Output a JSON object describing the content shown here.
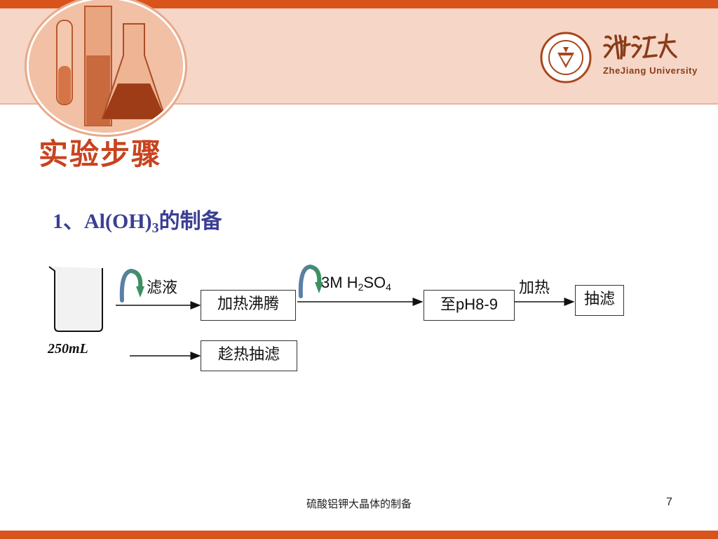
{
  "header": {
    "university_en": "ZheJiang University"
  },
  "slide": {
    "title": "实验步骤",
    "subtitle_prefix": "1、Al(OH)",
    "subtitle_sub": "3",
    "subtitle_suffix": "的制备"
  },
  "flow": {
    "beaker_volume": "250mL",
    "label_filtrate": "滤液",
    "box_boil": "加热沸腾",
    "reagent_prefix": "3M H",
    "reagent_sub1": "2",
    "reagent_mid": "SO",
    "reagent_sub2": "4",
    "box_ph_prefix": "至",
    "box_ph_value": "pH8-9",
    "label_heat": "加热",
    "box_suction": "抽滤",
    "box_hot_filter": "趁热抽滤"
  },
  "footer": {
    "title": "硫酸铝钾大晶体的制备",
    "page": "7"
  },
  "colors": {
    "accent": "#d9541a",
    "title": "#c8431e",
    "subtitle": "#3b3f93",
    "header_bg": "#f6d6c6"
  }
}
